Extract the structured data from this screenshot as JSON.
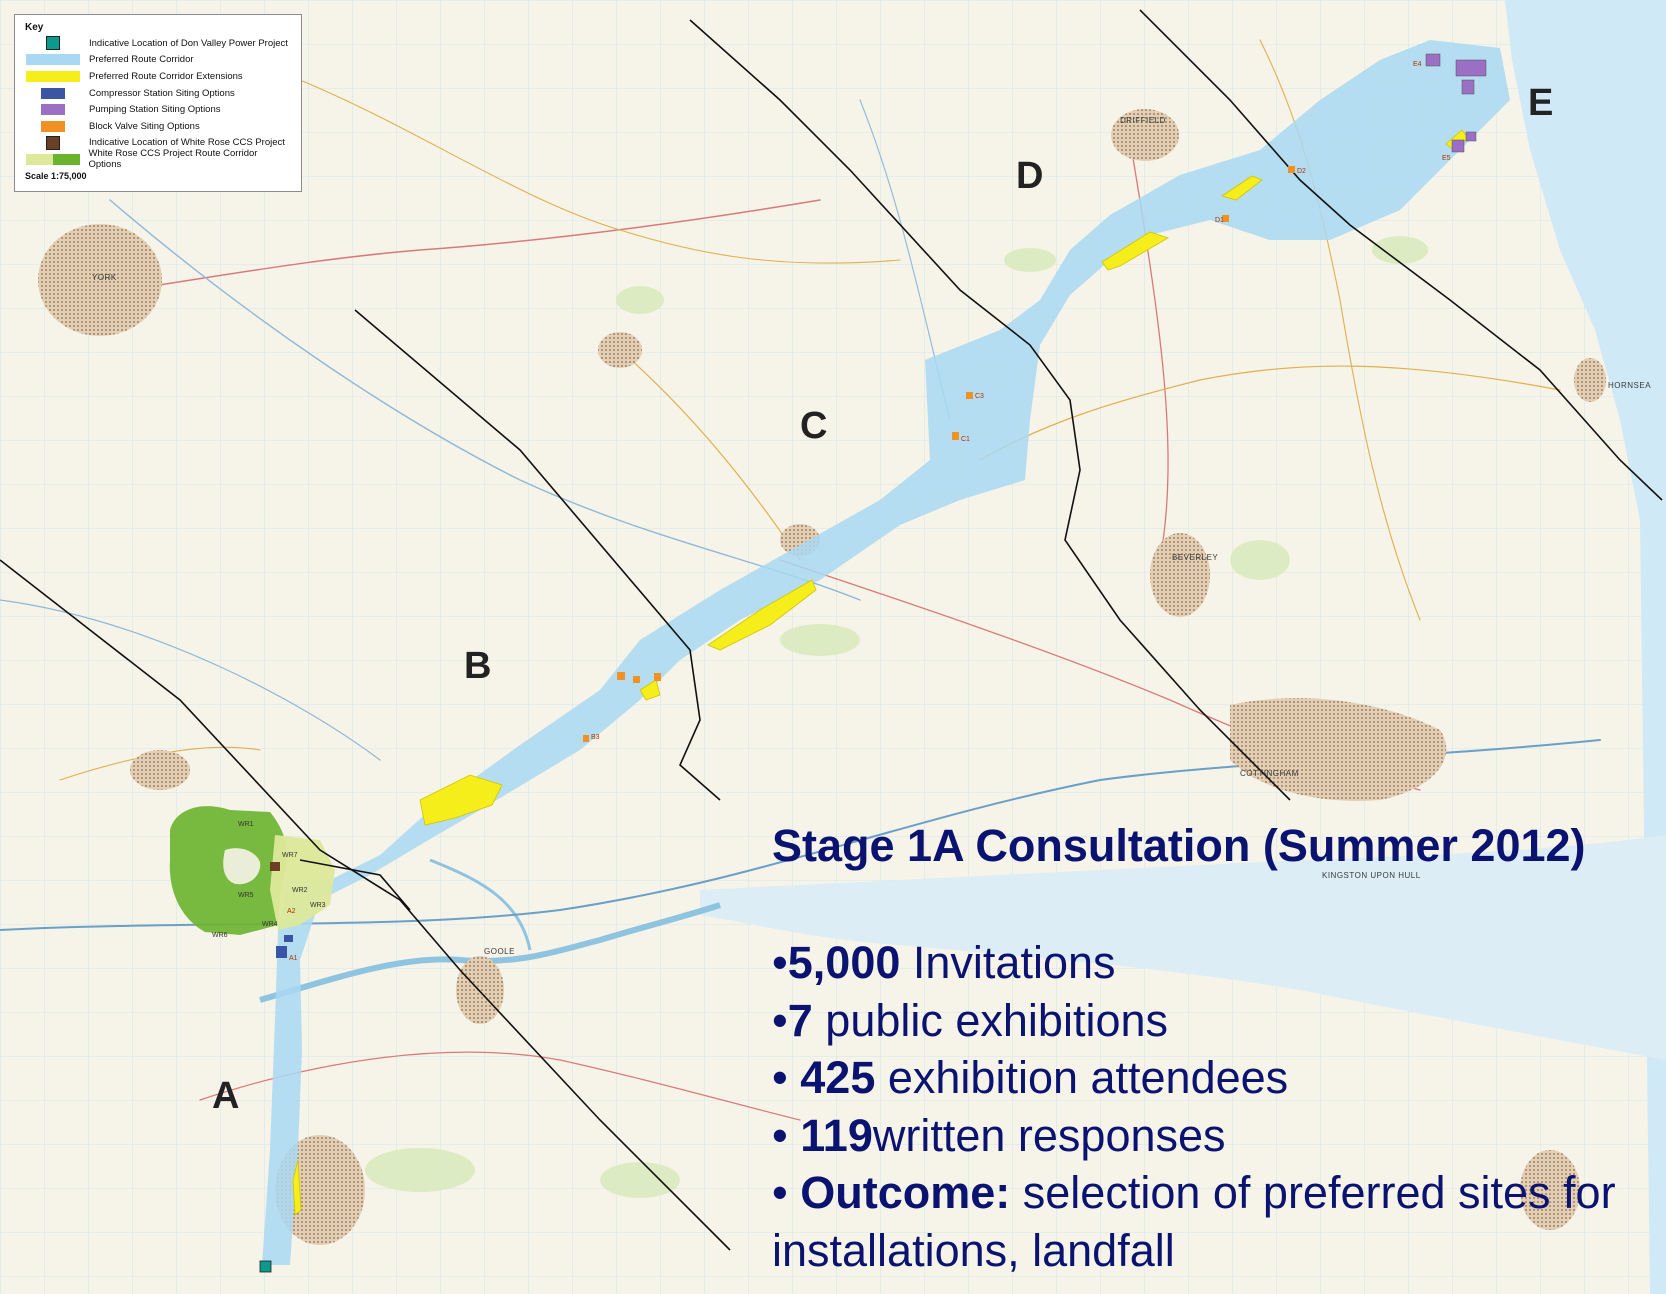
{
  "legend": {
    "title": "Key",
    "items": [
      {
        "label": "Indicative Location of Don Valley Power Project",
        "color": "#0b9a8c",
        "icon": "teal-square"
      },
      {
        "label": "Preferred Route Corridor",
        "color": "#a9d8f2",
        "icon": "light-blue-band"
      },
      {
        "label": "Preferred Route Corridor Extensions",
        "color": "#f5ee1b",
        "icon": "yellow-band"
      },
      {
        "label": "Compressor Station Siting Options",
        "color": "#3a55a4",
        "icon": "dark-blue-rect"
      },
      {
        "label": "Pumping Station Siting Options",
        "color": "#9b6fc4",
        "icon": "purple-rect"
      },
      {
        "label": "Block Valve Siting Options",
        "color": "#f29123",
        "icon": "orange-rect"
      },
      {
        "label": "Indicative Location of White Rose CCS Project",
        "color": "#6b3e26",
        "icon": "brown-square"
      },
      {
        "label": "White Rose CCS Project Route Corridor Options",
        "colors": [
          "#dde89a",
          "#6ab42d"
        ],
        "icon": "pale-green-green-band"
      }
    ],
    "scale": "Scale 1:75,000"
  },
  "map": {
    "zones": [
      "A",
      "B",
      "C",
      "D",
      "E"
    ],
    "site_labels": [
      "A1",
      "A2",
      "B3",
      "C1",
      "C3",
      "D1",
      "D2",
      "E4",
      "E5",
      "WR1",
      "WR2",
      "WR3",
      "WR4",
      "WR5",
      "WR6",
      "WR7"
    ],
    "place_labels": [
      "YORK",
      "GOOLE",
      "DRIFFIELD",
      "BEVERLEY",
      "COTTINGHAM",
      "KINGSTON UPON HULL",
      "HORNSEA"
    ],
    "colors": {
      "corridor": "#a9d8f2",
      "extension": "#f5ee1b",
      "green": "#6ab42d",
      "pale_green": "#dde89a",
      "boundary": "#111111",
      "water": "#cfe9f7"
    }
  },
  "consultation": {
    "heading": "Stage 1A Consultation (Summer 2012)",
    "bullets": [
      {
        "prefix": "•",
        "bold": "5,000",
        "text": " Invitations"
      },
      {
        "prefix": "•",
        "bold": "7",
        "text": " public exhibitions"
      },
      {
        "prefix": "• ",
        "bold": "425",
        "text": " exhibition attendees"
      },
      {
        "prefix": "• ",
        "bold": "119",
        "text": "written responses"
      },
      {
        "prefix": "• ",
        "bold": "Outcome:",
        "text": " selection of preferred  sites for installations, landfall"
      }
    ],
    "text_color": "#0b1370"
  }
}
